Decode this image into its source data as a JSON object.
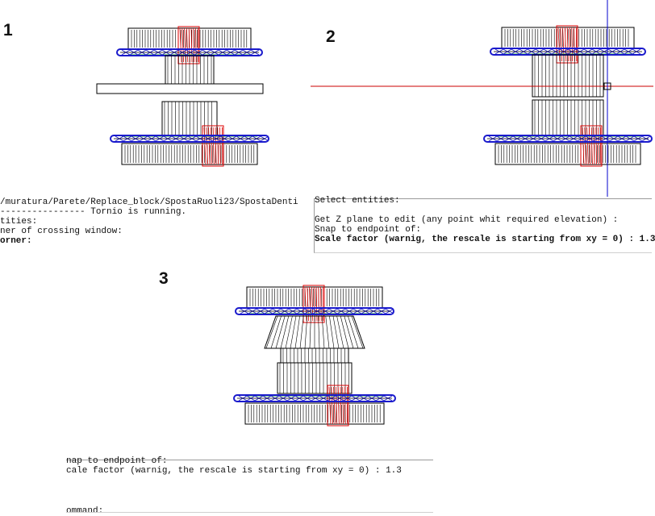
{
  "labels": {
    "p1": "1",
    "p2": "2",
    "p3": "3"
  },
  "colors": {
    "wire": "#000000",
    "detail": "#dd0000",
    "ring": "#1a1acc",
    "accent": "#22aa22",
    "crosshair_h": "#cc0000",
    "crosshair_v": "#0000cc"
  },
  "console1": {
    "lines": [
      "/muratura/Parete/Replace_block/SpostaRuoli23/SpostaDenti",
      "---------------- Tornio is running.",
      "tities:",
      "ner of crossing window:",
      "orner:"
    ]
  },
  "console2": {
    "lines": [
      "Select entities:",
      "",
      "Get Z plane to edit (any point whit required elevation) :",
      "Snap to endpoint of:",
      "Scale factor (warnig, the rescale is starting from xy = 0) : 1.3"
    ]
  },
  "console3": {
    "lines": [
      "nap to endpoint of:",
      "cale factor (warnig, the rescale is starting from xy = 0) : 1.3",
      "",
      "",
      "ommand:"
    ]
  }
}
